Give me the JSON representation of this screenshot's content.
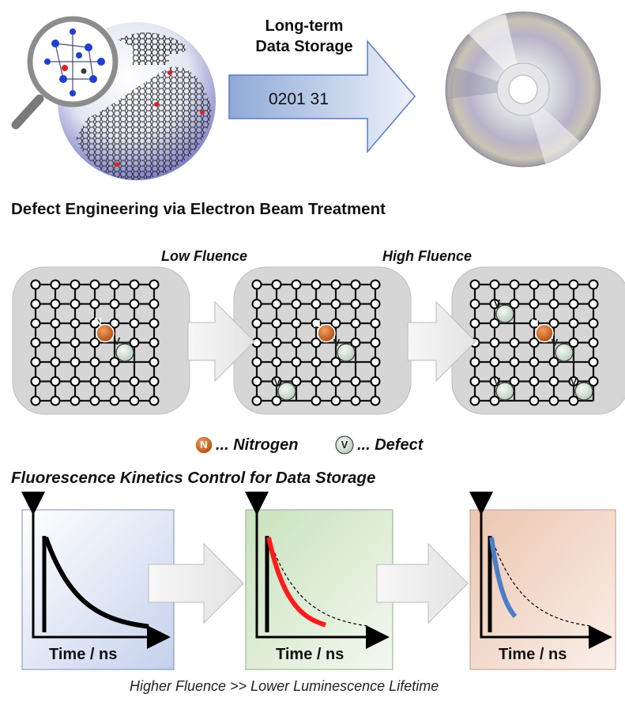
{
  "header": {
    "arrow_title_line1": "Long-term",
    "arrow_title_line2": "Data Storage",
    "arrow_number": "0201 31"
  },
  "defect_section": {
    "title": "Defect Engineering via Electron Beam Treatment",
    "low_fluence_label": "Low Fluence",
    "high_fluence_label": "High Fluence",
    "nitrogen_symbol": "N",
    "defect_symbol": "V"
  },
  "legend": {
    "nitrogen_symbol": "N",
    "nitrogen_text": "... Nitrogen",
    "defect_symbol": "V",
    "defect_text": "... Defect"
  },
  "kinetics_section": {
    "title": "Fluorescence Kinetics Control for Data Storage",
    "panels": [
      {
        "xlabel": "Time / ns",
        "curve_color": "#000000",
        "background": "#d3dcef"
      },
      {
        "xlabel": "Time / ns",
        "curve_color": "#ff1a1a",
        "background": "#d9ead0"
      },
      {
        "xlabel": "Time / ns",
        "curve_color": "#4a7ec8",
        "background": "#f2d6c6"
      }
    ]
  },
  "footer": {
    "caption": "Higher Fluence  >> Lower Luminescence Lifetime"
  },
  "colors": {
    "nitrogen_fill": "#c8601e",
    "defect_fill": "#d8e6da",
    "panel_gray": "#d6d6d6",
    "arrow_blue": "#9fb6dc"
  },
  "icons": [
    "magnifier-icon",
    "nanoparticle-sphere-icon",
    "compact-disc-icon"
  ]
}
